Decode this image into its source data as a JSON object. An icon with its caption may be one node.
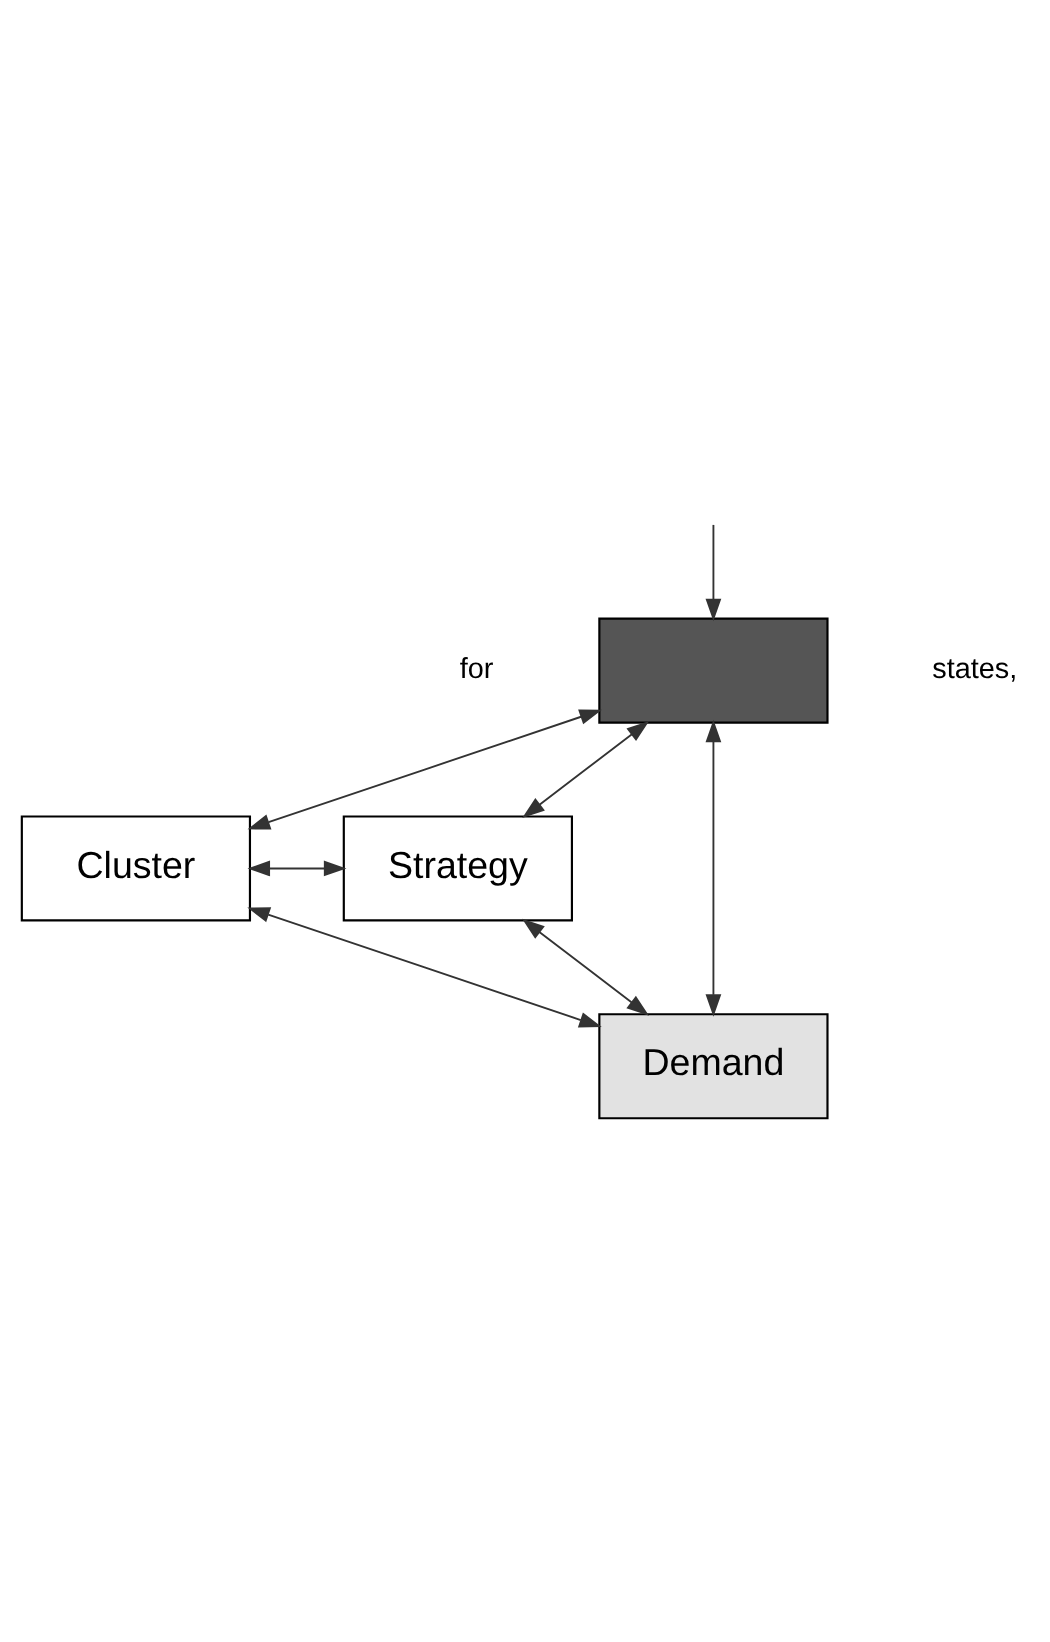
{
  "diagram": {
    "nodes": [
      {
        "text": [],
        "shape": "box"
      },
      {
        "text": [
          "Strategy"
        ]
      },
      {
        "text": [
          "Cluster"
        ]
      },
      {
        "text": [
          "Demand"
        ]
      }
    ],
    "edges": [
      {
        "from": 0,
        "to": 2,
        "arrow": "both"
      },
      {
        "from": 0,
        "to": 1,
        "arrow": "both"
      },
      {
        "from": 2,
        "to": 1,
        "arrow": "both"
      },
      {
        "from": 0,
        "to": 3,
        "arrow": "both"
      },
      {
        "from": 2,
        "to": 3,
        "arrow": "both"
      },
      {
        "from": 1,
        "to": 3,
        "arrow": "both"
      },
      {
        "from": null,
        "to": 0,
        "arrow": "to"
      }
    ],
    "labels": [
      "states,",
      "for"
    ]
  }
}
